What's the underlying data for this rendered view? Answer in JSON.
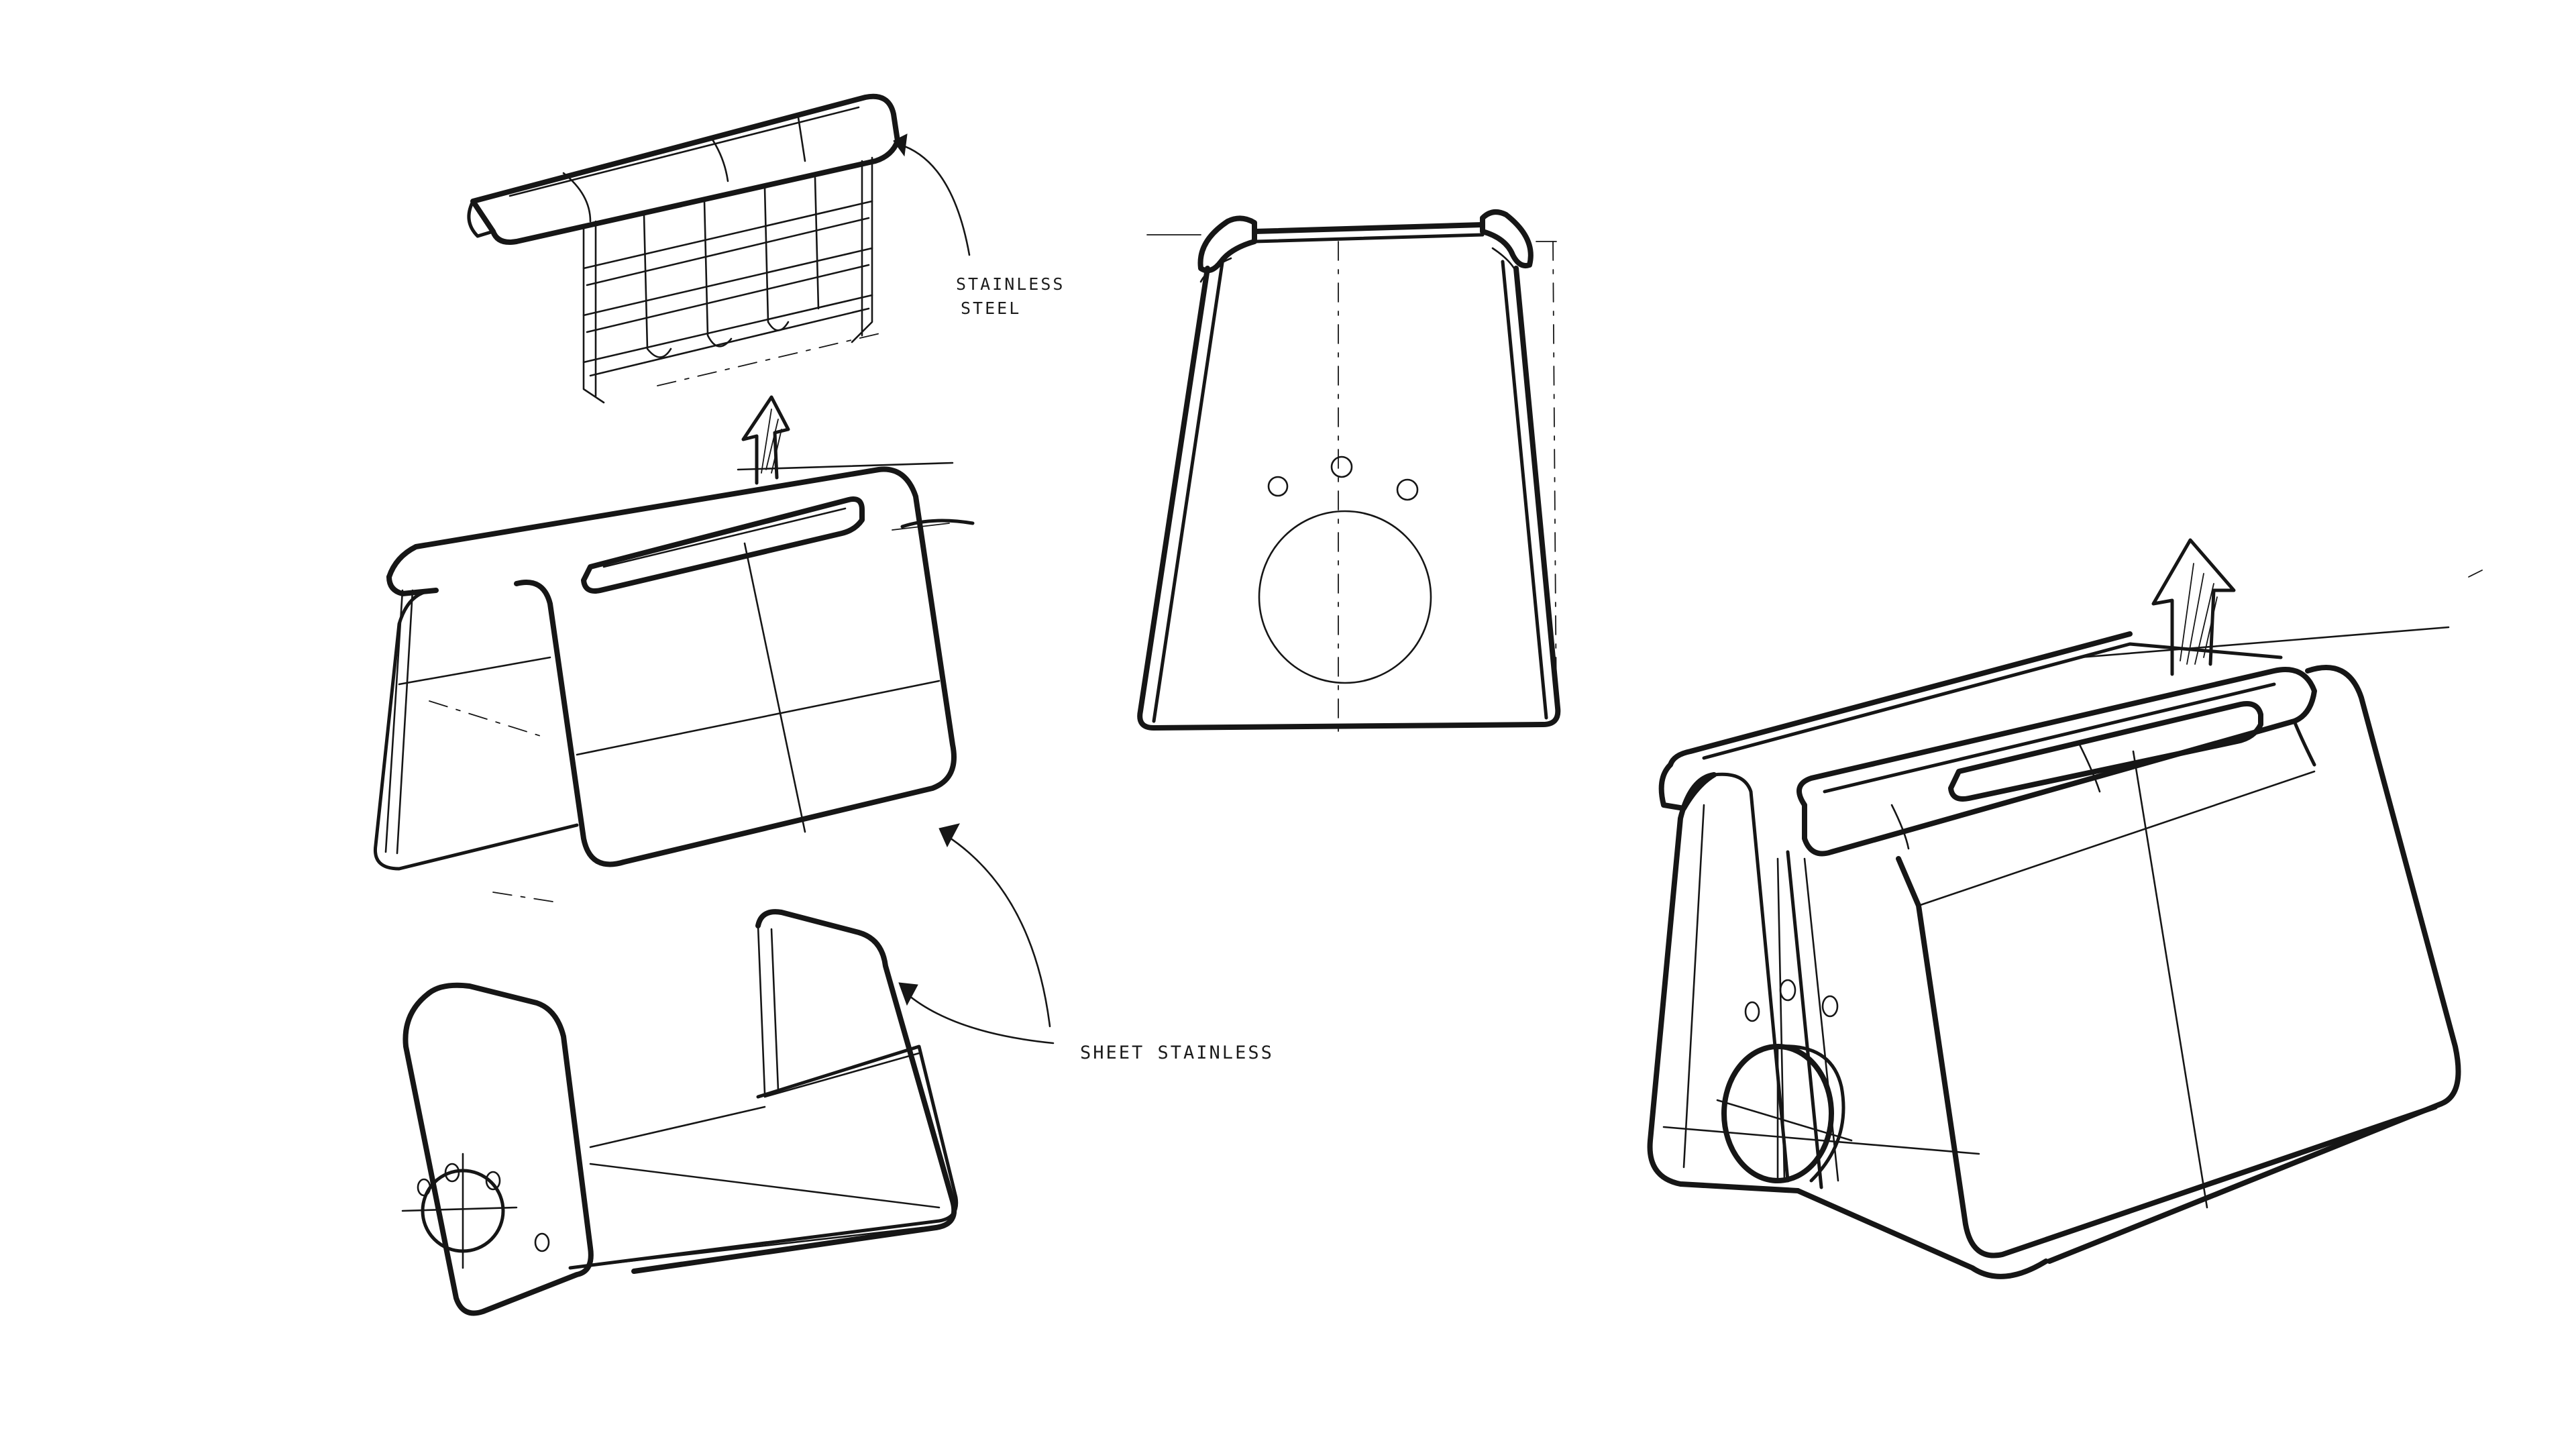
{
  "annotations": {
    "wire_rack_material_line1": "STAINLESS",
    "wire_rack_material_line2": "STEEL",
    "shell_material": "SHEET STAINLESS"
  },
  "colors": {
    "background": "#ffffff",
    "ink": "#161616"
  }
}
